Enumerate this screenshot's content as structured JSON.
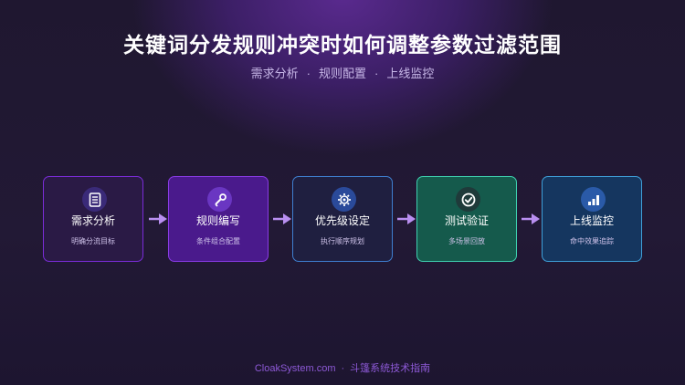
{
  "header": {
    "title": "关键词分发规则冲突时如何调整参数过滤范围",
    "subtitle_items": [
      "需求分析",
      "规则配置",
      "上线监控"
    ]
  },
  "flow": {
    "steps": [
      {
        "title": "需求分析",
        "subtitle": "明确分流目标",
        "icon": "document-list-icon",
        "border": "#7b2cd9",
        "bg": "#2a1a45",
        "icon_bg": "#3a2a78"
      },
      {
        "title": "规则编写",
        "subtitle": "条件组合配置",
        "icon": "pencil-icon",
        "border": "#8a3be6",
        "bg": "#4a1a8c",
        "icon_bg": "#6a36c2"
      },
      {
        "title": "优先级设定",
        "subtitle": "执行顺序规划",
        "icon": "gear-icon",
        "border": "#3f7fd0",
        "bg": "#1f1f40",
        "icon_bg": "#2a4a9a"
      },
      {
        "title": "测试验证",
        "subtitle": "多场景回放",
        "icon": "check-circle-icon",
        "border": "#3fd0b0",
        "bg": "#155a4c",
        "icon_bg": "#1f3a3a"
      },
      {
        "title": "上线监控",
        "subtitle": "命中效果追踪",
        "icon": "bar-chart-icon",
        "border": "#3f9fd8",
        "bg": "#15365f",
        "icon_bg": "#2a5aa8"
      }
    ],
    "arrow_color": "#b98ff0"
  },
  "footer": {
    "site": "CloakSystem.com",
    "separator": "·",
    "tagline": "斗篷系统技术指南"
  }
}
